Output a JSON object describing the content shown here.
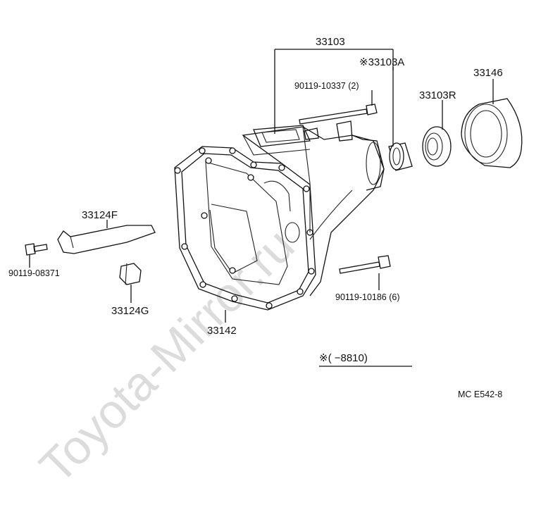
{
  "labels": {
    "p33103": "33103",
    "p33103A": "※33103A",
    "bolt_upper": "90119-10337 (2)",
    "p33146": "33146",
    "p33103R": "33103R",
    "p33124F": "33124F",
    "bolt_left": "90119-08371",
    "p33124G": "33124G",
    "p33142": "33142",
    "bolt_lower": "90119-10186 (6)",
    "note": "※(       −8810)",
    "code": "MC  E542-8"
  },
  "watermark": "Toyota-Mirror.ru"
}
